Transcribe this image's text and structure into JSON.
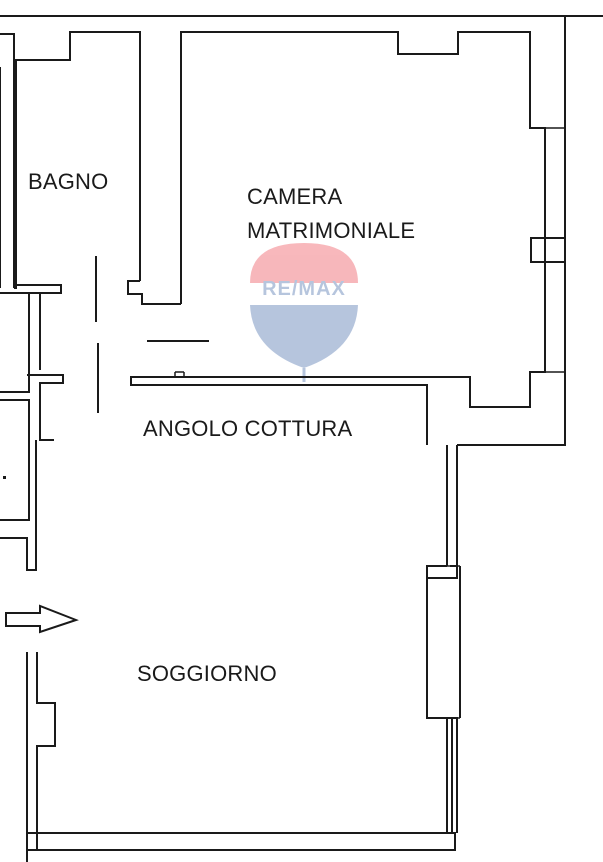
{
  "rooms": {
    "bagno": "BAGNO",
    "camera_line1": "CAMERA",
    "camera_line2": "MATRIMONIALE",
    "angolo_cottura": "ANGOLO COTTURA",
    "soggiorno": "SOGGIORNO"
  },
  "watermark": {
    "brand": "RE/MAX",
    "balloon_top_color": "#e8232f",
    "balloon_bottom_color": "#1f4e99"
  },
  "entrance_arrow": "arrow-right-icon"
}
